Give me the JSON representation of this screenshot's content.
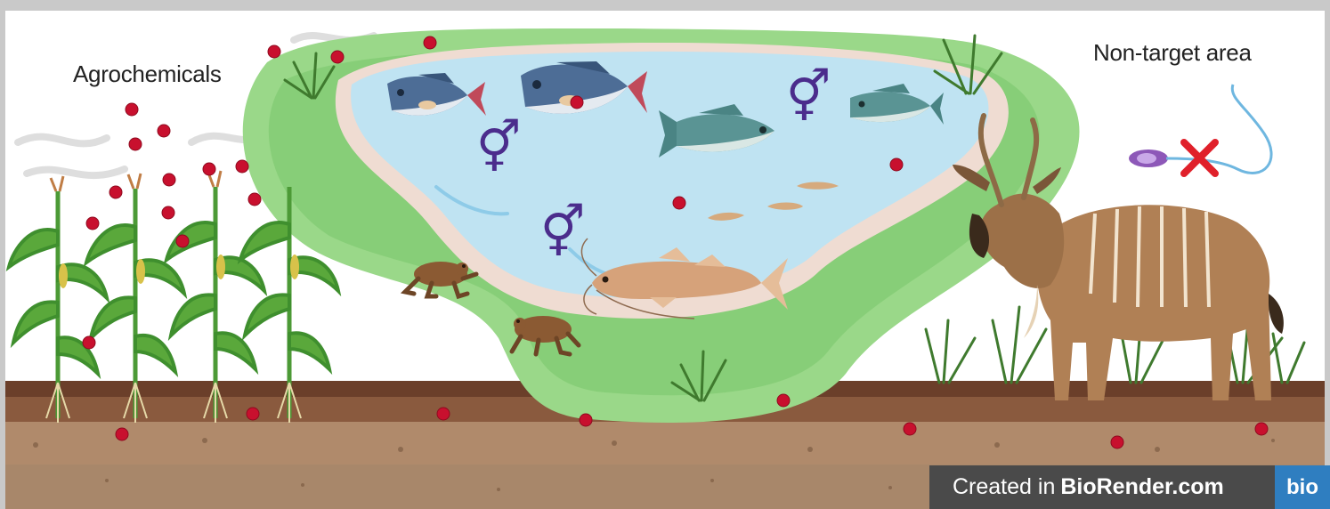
{
  "labels": {
    "agrochemicals": "Agrochemicals",
    "non_target_area": "Non-target area"
  },
  "badge": {
    "prefix": "Created in",
    "brand": "BioRender.com",
    "logo": "bio"
  },
  "symbols": {
    "intersex": "⚥"
  },
  "icons": [
    "corn-plant-icon",
    "tilapia-fish-icon",
    "bass-fish-icon",
    "catfish-icon",
    "fry-fish-icon",
    "frog-icon",
    "kudu-antelope-icon",
    "sperm-icon",
    "cross-mark-icon",
    "grass-tuft-icon",
    "wind-icon",
    "agrochemical-droplet-icon"
  ],
  "colors": {
    "droplet": "#c8102e",
    "intersex_symbol": "#4b2c8c",
    "cross": "#e0202a",
    "water": "#bfe3f2",
    "bank": "#8fd07c",
    "soil": "#8a5a3e",
    "badge": "#4a4a4a",
    "logo": "#2f7ec0"
  }
}
